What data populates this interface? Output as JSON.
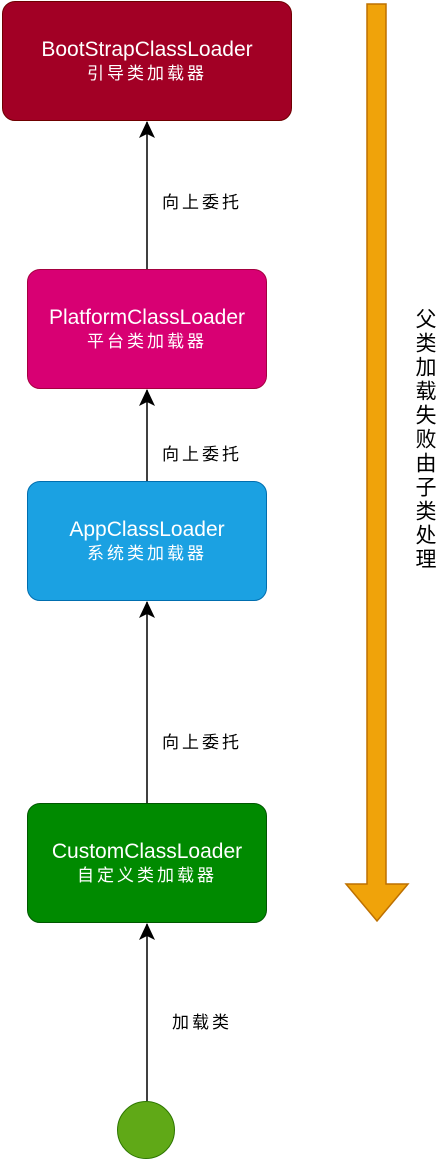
{
  "nodes": {
    "bootstrap": {
      "name": "BootStrapClassLoader",
      "desc": "引导类加载器",
      "fill": "#a20025"
    },
    "platform": {
      "name": "PlatformClassLoader",
      "desc": "平台类加载器",
      "fill": "#d80073"
    },
    "app": {
      "name": "AppClassLoader",
      "desc": "系统类加载器",
      "fill": "#1ba1e2"
    },
    "custom": {
      "name": "CustomClassLoader",
      "desc": "自定义类加载器",
      "fill": "#008a00"
    },
    "start": {
      "fill": "#60a917"
    }
  },
  "edges": {
    "delegate_label": "向上委托",
    "load_label": "加载类"
  },
  "side_arrow": {
    "label": "父类加载失败由子类处理",
    "fill": "#f0a30a"
  }
}
